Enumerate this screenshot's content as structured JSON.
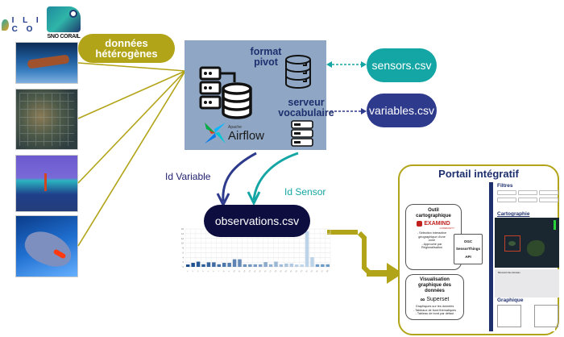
{
  "logos": {
    "ilico": "I L I C O",
    "sno": "SNO CORAIL"
  },
  "sources": {
    "label_line1": "données",
    "label_line2": "hétérogènes",
    "photos": [
      "underwater-instrument-photo",
      "reef-quadrat-photo",
      "lagoon-pole-photo",
      "surgeonfish-photo"
    ]
  },
  "central": {
    "format_line1": "format",
    "format_line2": "pivot",
    "serveur_line1": "serveur",
    "serveur_line2": "vocabulaire",
    "airflow_apache": "Apache",
    "airflow_name": "Airflow"
  },
  "files": {
    "sensors": "sensors.csv",
    "variables": "variables.csv",
    "observations": "observations.csv"
  },
  "links": {
    "id_variable": "Id Variable",
    "id_sensor": "Id Sensor"
  },
  "colors": {
    "olive": "#b2a418",
    "teal": "#14a5a5",
    "navy": "#2e3a8c",
    "dark_navy": "#0d0d40",
    "box_blue": "#8fa7c4"
  },
  "chart_data": {
    "type": "bar",
    "title": "",
    "xlabel": "",
    "ylabel": "",
    "ylim": [
      0,
      16
    ],
    "yticks": [
      0,
      2,
      4,
      6,
      8,
      10,
      12,
      14,
      16
    ],
    "categories": [
      "1",
      "2",
      "3",
      "4",
      "5",
      "6",
      "7",
      "8",
      "9",
      "10",
      "11",
      "12",
      "13",
      "14",
      "15",
      "16",
      "17",
      "18",
      "19",
      "20",
      "21",
      "22",
      "23",
      "24",
      "25",
      "26",
      "27",
      "28"
    ],
    "values": [
      1,
      1.7,
      2.2,
      1.1,
      1.9,
      1.9,
      1.1,
      1.7,
      1.7,
      3.2,
      3.2,
      1.1,
      1.1,
      1.1,
      1.1,
      2.0,
      1.1,
      2.2,
      1.1,
      1.4,
      1.4,
      1.0,
      1.0,
      15.1,
      4.1,
      1.1,
      1.1,
      1.1
    ],
    "grid": true
  },
  "portal": {
    "title": "Portail intégratif",
    "outil": {
      "title_line1": "Outil",
      "title_line2": "cartographique",
      "brand": "EXAMIND",
      "brand_sub": "COMMUNITY",
      "text": [
        "- Sélection interactive",
        "géographique d'une",
        "zone",
        "- Approche par",
        "Régionalisation"
      ]
    },
    "ogc": [
      "OGC",
      "SensorThings",
      "API"
    ],
    "visu": {
      "title_line1": "Visualisation",
      "title_line2": "graphique des",
      "title_line3": "données",
      "brand": "Superset",
      "text": [
        "Graphiques sur les données",
        "- Tableaux de bord thématiques",
        "- Tableau de bord par défaut"
      ]
    },
    "dashboard": {
      "filters_title": "Filtres",
      "map_title": "Cartographie",
      "stats_title": "Découvrir des données",
      "graph_title": "Graphique"
    }
  }
}
